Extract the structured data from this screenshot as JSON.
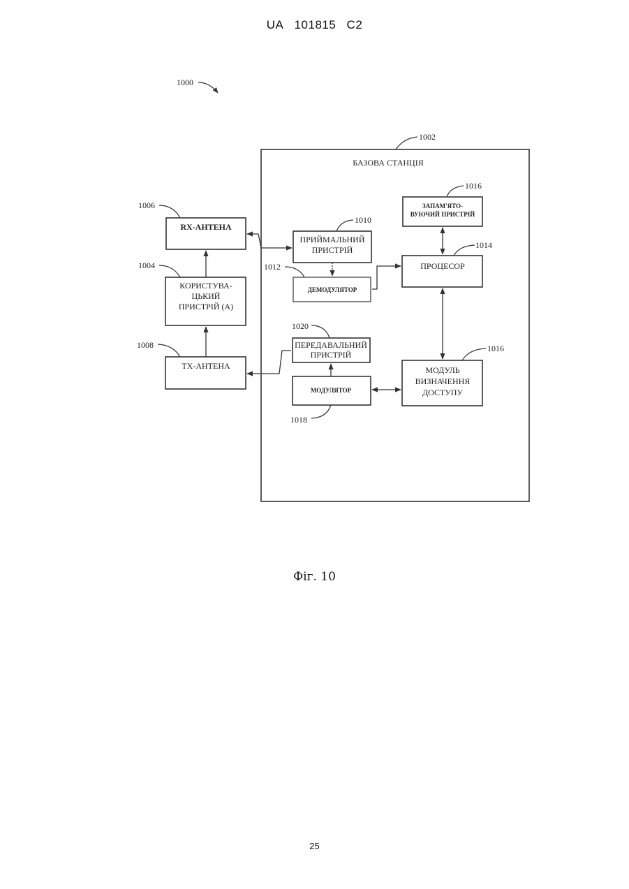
{
  "header": {
    "country": "UA",
    "number": "101815",
    "kind": "C2"
  },
  "diagram": {
    "ref_main": "1000",
    "base_station": {
      "ref": "1002",
      "label": "БАЗОВА СТАНЦІЯ"
    },
    "rx_antenna": {
      "ref": "1006",
      "label": "RX-АНТЕНА"
    },
    "user_device": {
      "ref": "1004",
      "lines": [
        "КОРИСТУВА-",
        "ЦЬКИЙ",
        "ПРИСТРІЙ (А)"
      ]
    },
    "tx_antenna": {
      "ref": "1008",
      "label": "ТХ-АНТЕНА"
    },
    "receiver": {
      "ref": "1010",
      "lines": [
        "ПРИЙМАЛЬНИЙ",
        "ПРИСТРІЙ"
      ]
    },
    "demodulator": {
      "ref": "1012",
      "label": "ДЕМОДУЛЯТОР"
    },
    "memory": {
      "ref": "1016",
      "lines": [
        "ЗАПАМ'ЯТО-",
        "ВУЮЧИЙ ПРИСТРІЙ"
      ]
    },
    "processor": {
      "ref": "1014",
      "label": "ПРОЦЕСОР"
    },
    "transmitter": {
      "ref": "1020",
      "lines": [
        "ПЕРЕДАВАЛЬНИЙ",
        "ПРИСТРІЙ"
      ]
    },
    "modulator": {
      "ref": "1018",
      "label": "МОДУЛЯТОР"
    },
    "access_module": {
      "ref": "1016",
      "lines": [
        "МОДУЛЬ",
        "ВИЗНАЧЕННЯ",
        "ДОСТУПУ"
      ]
    }
  },
  "caption": "Фіг. 10",
  "page_number": "25"
}
